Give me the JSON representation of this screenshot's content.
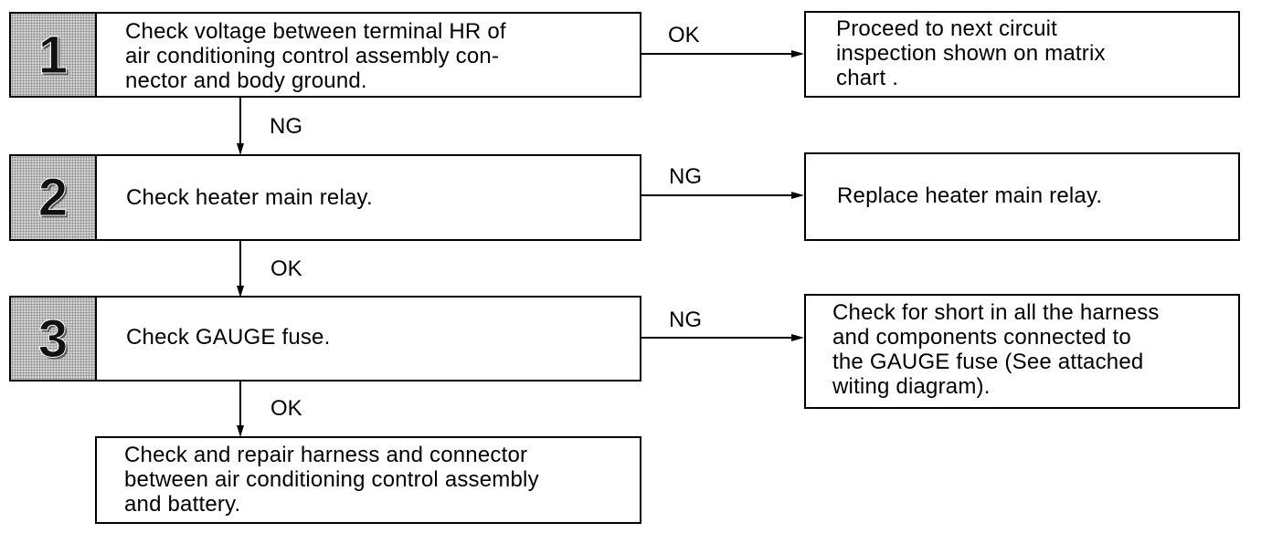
{
  "steps": [
    {
      "number": "1",
      "text": "Check voltage between terminal HR of\nair conditioning control assembly con-\nnector and body ground."
    },
    {
      "number": "2",
      "text": "Check heater main relay."
    },
    {
      "number": "3",
      "text": "Check GAUGE fuse."
    }
  ],
  "final_step": {
    "text": "Check and repair harness and connector\nbetween air conditioning control assembly\nand battery."
  },
  "results": [
    {
      "text": "Proceed to next circuit\ninspection shown on matrix\nchart ."
    },
    {
      "text": "Replace heater main relay."
    },
    {
      "text": "Check for short in all the harness\nand components connected to\nthe GAUGE fuse (See attached\nwiting diagram)."
    }
  ],
  "branch_labels": {
    "step1_right": "OK",
    "step1_down": "NG",
    "step2_right": "NG",
    "step2_down": "OK",
    "step3_right": "NG",
    "step3_down": "OK"
  }
}
